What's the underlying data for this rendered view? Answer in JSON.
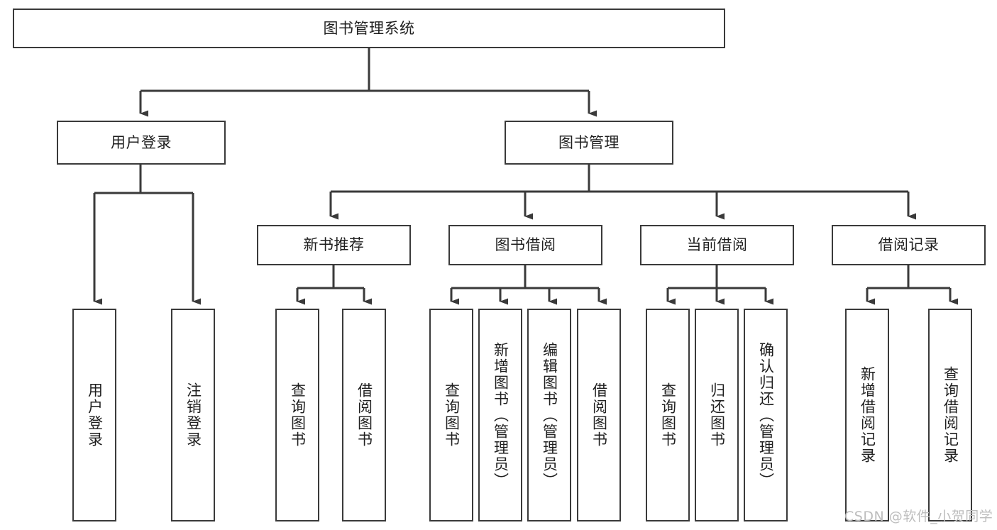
{
  "diagram": {
    "title": "图书管理系统",
    "type": "tree-hierarchy-chart",
    "root": {
      "id": "root",
      "label": "图书管理系统"
    },
    "level2": [
      {
        "id": "user-login",
        "label": "用户登录"
      },
      {
        "id": "book-manage",
        "label": "图书管理"
      }
    ],
    "level3": [
      {
        "id": "new-book-recommend",
        "label": "新书推荐",
        "parent": "book-manage"
      },
      {
        "id": "book-borrow",
        "label": "图书借阅",
        "parent": "book-manage"
      },
      {
        "id": "current-borrow",
        "label": "当前借阅",
        "parent": "book-manage"
      },
      {
        "id": "borrow-record",
        "label": "借阅记录",
        "parent": "book-manage"
      }
    ],
    "leaves": [
      {
        "id": "leaf-user-login",
        "label": "用户登录",
        "parent": "user-login"
      },
      {
        "id": "leaf-logout",
        "label": "注销登录",
        "parent": "user-login"
      },
      {
        "id": "leaf-query-book-1",
        "label": "查询图书",
        "parent": "new-book-recommend"
      },
      {
        "id": "leaf-borrow-book-1",
        "label": "借阅图书",
        "parent": "new-book-recommend"
      },
      {
        "id": "leaf-query-book-2",
        "label": "查询图书",
        "parent": "book-borrow"
      },
      {
        "id": "leaf-add-book",
        "label": "新增图书（管理员）",
        "parent": "book-borrow"
      },
      {
        "id": "leaf-edit-book",
        "label": "编辑图书（管理员）",
        "parent": "book-borrow"
      },
      {
        "id": "leaf-borrow-book-2",
        "label": "借阅图书",
        "parent": "book-borrow"
      },
      {
        "id": "leaf-query-book-3",
        "label": "查询图书",
        "parent": "current-borrow"
      },
      {
        "id": "leaf-return-book",
        "label": "归还图书",
        "parent": "current-borrow"
      },
      {
        "id": "leaf-confirm-return",
        "label": "确认归还（管理员）",
        "parent": "current-borrow"
      },
      {
        "id": "leaf-add-record",
        "label": "新增借阅记录",
        "parent": "borrow-record"
      },
      {
        "id": "leaf-query-record",
        "label": "查询借阅记录",
        "parent": "borrow-record"
      }
    ],
    "watermark": "CSDN @软件_小贺同学",
    "colors": {
      "stroke": "#3a3a3a",
      "text": "#1f1f1f",
      "background": "#ffffff",
      "watermark": "#bdbdbd"
    }
  }
}
